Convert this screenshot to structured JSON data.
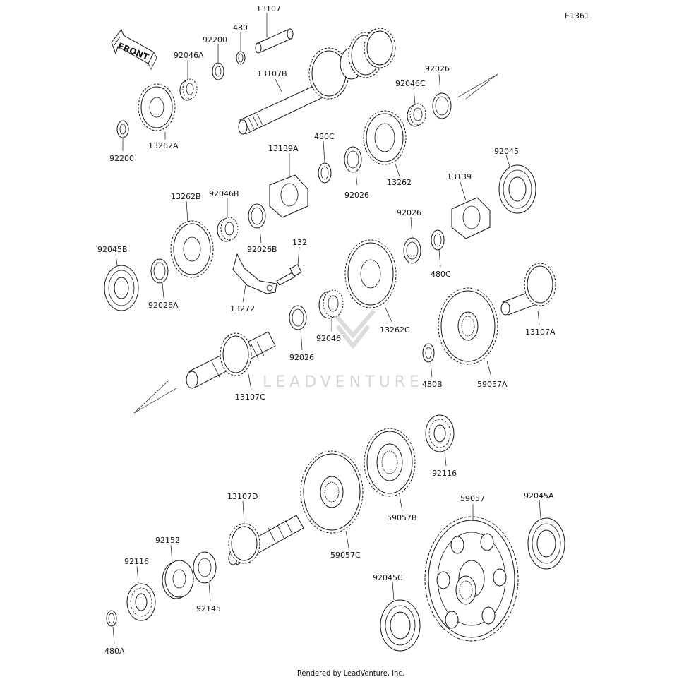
{
  "diagram_code": "E1361",
  "front_label": "FRONT",
  "watermark": "LEADVENTURE",
  "credit": "Rendered by LeadVenture, Inc.",
  "part_labels": {
    "p13107": "13107",
    "p480": "480",
    "p92200_top": "92200",
    "p92046A": "92046A",
    "p13107B": "13107B",
    "p92046C": "92046C",
    "p92026_top": "92026",
    "p92200_left": "92200",
    "p13262A": "13262A",
    "p13139A": "13139A",
    "p480C_top": "480C",
    "p92026_mid": "92026",
    "p13262": "13262",
    "p13139": "13139",
    "p92045": "92045",
    "p13262B": "13262B",
    "p92046B": "92046B",
    "p92026B": "92026B",
    "p132": "132",
    "p92045B": "92045B",
    "p92026A": "92026A",
    "p13272": "13272",
    "p92026_right": "92026",
    "p480C_right": "480C",
    "p13107A": "13107A",
    "p13262C": "13262C",
    "p92046": "92046",
    "p92026_low": "92026",
    "p13107C": "13107C",
    "p480B": "480B",
    "p59057A": "59057A",
    "p92116_right": "92116",
    "p13107D": "13107D",
    "p59057": "59057",
    "p92045A": "92045A",
    "p59057B": "59057B",
    "p59057C": "59057C",
    "p92152": "92152",
    "p92116_left": "92116",
    "p92145": "92145",
    "p92045C": "92045C",
    "p480A": "480A"
  }
}
